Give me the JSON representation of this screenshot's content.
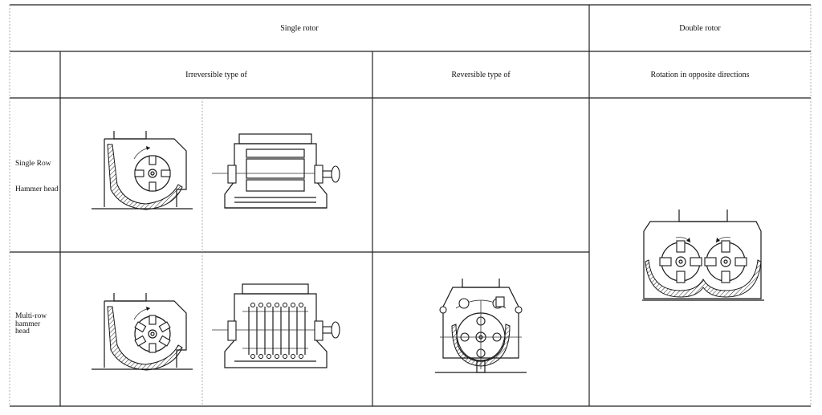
{
  "table": {
    "header_single_rotor": "Single rotor",
    "header_double_rotor": "Double rotor",
    "subheader_irreversible": "Irreversible type of",
    "subheader_reversible": "Reversible type of",
    "subheader_opposite": "Rotation in opposite directions",
    "row_single_line1": "Single Row",
    "row_single_line2": "Hammer head",
    "row_multi_line1": "Multi-row",
    "row_multi_line2": "hammer",
    "row_multi_line3": "head"
  },
  "icons": {
    "single_row_irreversible_side": "hammer-crusher-side-section-icon",
    "single_row_irreversible_front": "hammer-crusher-front-section-icon",
    "multi_row_irreversible_side": "multi-row-hammer-crusher-side-icon",
    "multi_row_irreversible_front": "multi-row-hammer-crusher-front-icon",
    "multi_row_reversible": "reversible-hammer-crusher-icon",
    "double_rotor": "double-rotor-hammer-crusher-icon"
  }
}
